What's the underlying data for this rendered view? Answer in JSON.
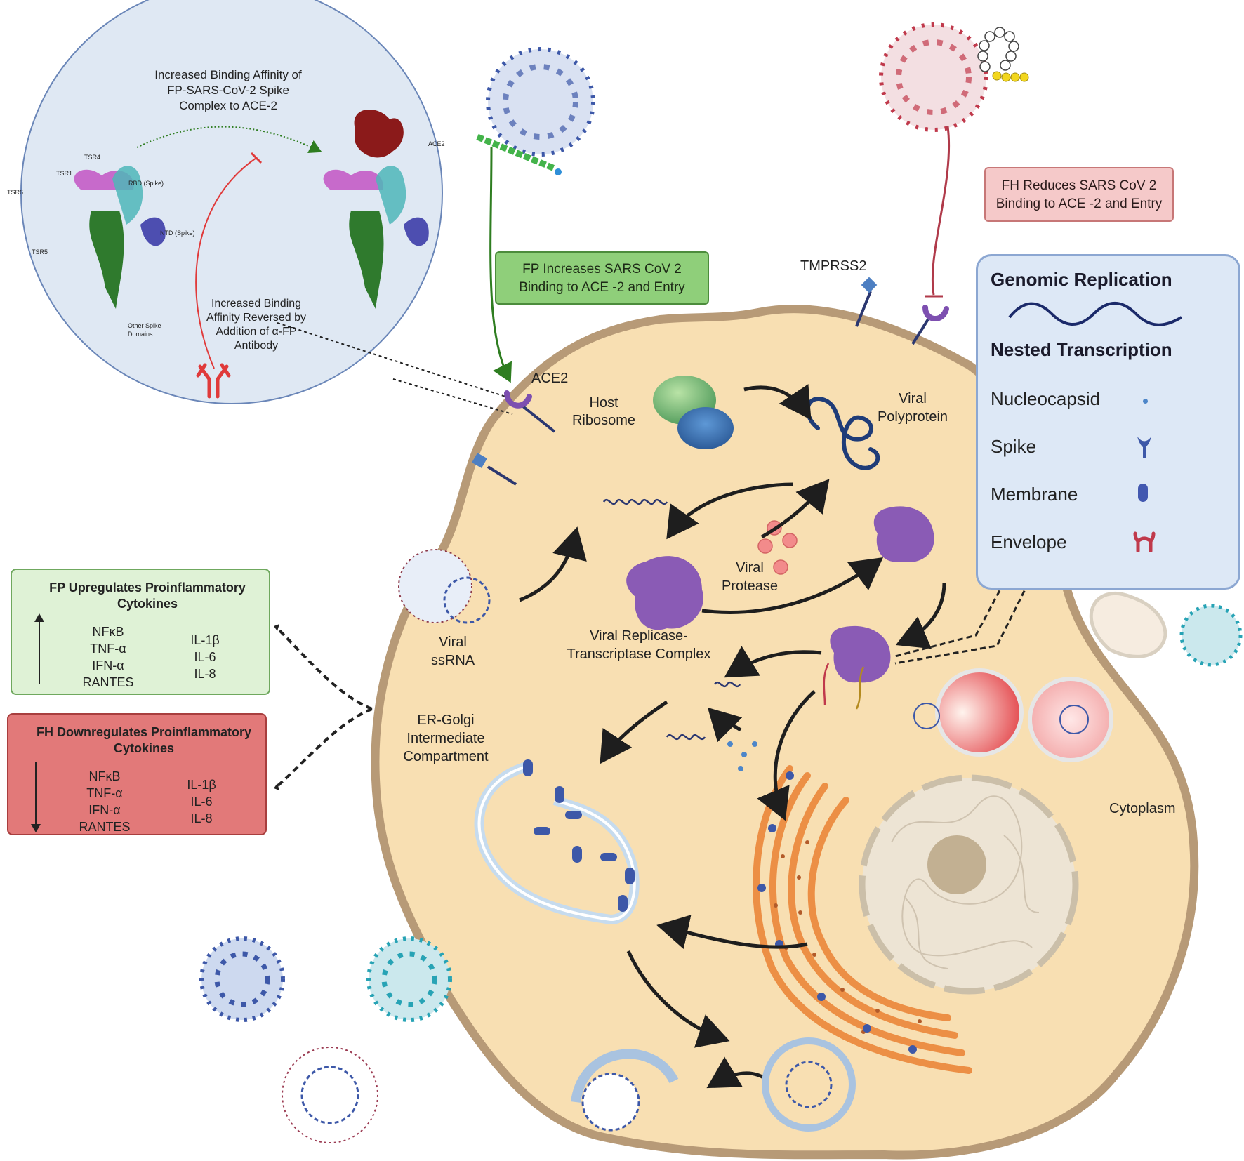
{
  "inset": {
    "title": [
      "Increased Binding Affinity  of",
      "FP-SARS-CoV-2 Spike",
      "Complex to ACE-2"
    ],
    "reversal": [
      "Increased Binding",
      "Affinity Reversed by",
      "Addition of α-FP",
      "Antibody"
    ],
    "structure_labels": {
      "tsr4": "TSR4",
      "tsr1": "TSR1",
      "tsr6": "TSR6",
      "tsr5": "TSR5",
      "rbd": "RBD (Spike)",
      "ntd": "NTD (Spike)",
      "other": [
        "Other Spike",
        "Domains"
      ],
      "ace2": "ACE2"
    }
  },
  "fp_entry": [
    "FP Increases SARS CoV 2",
    "Binding to ACE -2 and Entry"
  ],
  "fh_entry": [
    "FH Reduces SARS CoV 2",
    "Binding to ACE -2 and Entry"
  ],
  "cell_labels": {
    "tmprss2": "TMPRSS2",
    "ace2": "ACE2",
    "host_ribosome": [
      "Host",
      "Ribosome"
    ],
    "viral_polyprotein": [
      "Viral",
      "Polyprotein"
    ],
    "viral_protease": [
      "Viral",
      "Protease"
    ],
    "viral_ssrna": [
      "Viral",
      "ssRNA"
    ],
    "replicase": [
      "Viral Replicase-",
      "Transcriptase Complex"
    ],
    "ergic": [
      "ER-Golgi",
      "Intermediate",
      "Compartment"
    ],
    "cytoplasm": "Cytoplasm"
  },
  "legend": {
    "genomic": "Genomic Replication",
    "nested": "Nested Transcription",
    "items": [
      "Nucleocapsid",
      "Spike",
      "Membrane",
      "Envelope"
    ]
  },
  "cytokines_up": {
    "title": [
      "FP Upregulates Proinflammatory",
      "Cytokines"
    ],
    "col1": [
      "NFκB",
      "TNF-α",
      "IFN-α",
      "RANTES"
    ],
    "col2": [
      "IL-1β",
      "IL-6",
      "IL-8"
    ]
  },
  "cytokines_down": {
    "title": [
      "FH Downregulates Proinflammatory",
      "Cytokines"
    ],
    "col1": [
      "NFκB",
      "TNF-α",
      "IFN-α",
      "RANTES"
    ],
    "col2": [
      "IL-1β",
      "IL-6",
      "IL-8"
    ]
  },
  "colors": {
    "cell": "#f8dfb2",
    "cell_border": "#b79a77",
    "inset": "#dfe8f3",
    "virus_blue": "#3d58a8",
    "virus_teal": "#27a3b5",
    "virus_red": "#c0394b",
    "arrow_green": "#2e7d20",
    "arrow_red": "#e03a3a",
    "replicase": "#8a5bb5",
    "er": "#f2a05c"
  }
}
